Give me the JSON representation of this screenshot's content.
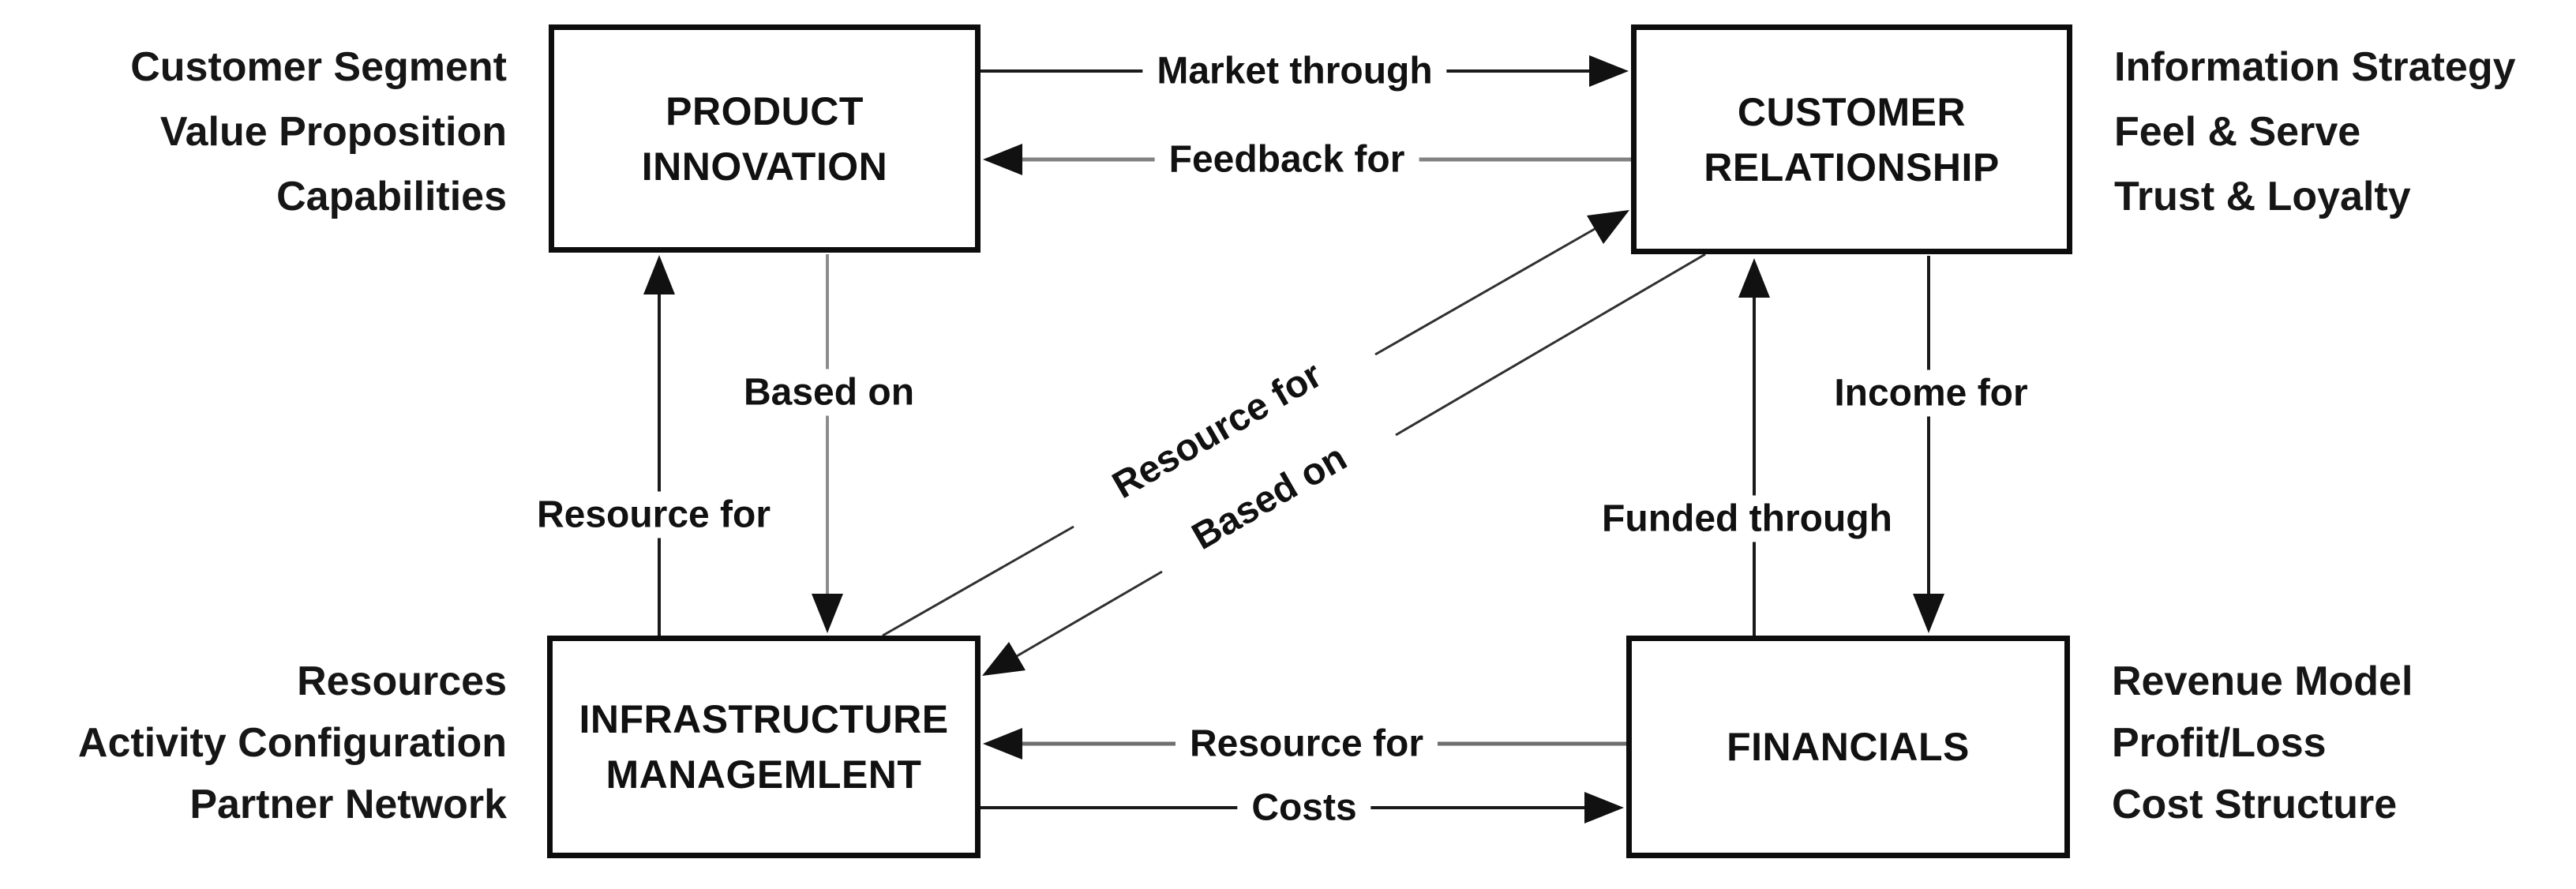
{
  "diagram": {
    "background": "#ffffff",
    "ink": "#000000",
    "arrowhead_color": "#111111",
    "nodes": {
      "product_innovation": {
        "lines": [
          "PRODUCT",
          "INNOVATION"
        ]
      },
      "customer_relationship": {
        "lines": [
          "CUSTOMER",
          "RELATIONSHIP"
        ]
      },
      "infrastructure_management": {
        "lines": [
          "INFRASTRUCTURE",
          "MANAGEMLENT"
        ]
      },
      "financials": {
        "lines": [
          "FINANCIALS"
        ]
      }
    },
    "side_notes": {
      "product_innovation": [
        "Customer Segment",
        "Value Proposition",
        "Capabilities"
      ],
      "customer_relationship": [
        "Information Strategy",
        "Feel & Serve",
        "Trust & Loyalty"
      ],
      "infrastructure_management": [
        "Resources",
        "Activity Configuration",
        "Partner Network"
      ],
      "financials": [
        "Revenue Model",
        "Profit/Loss",
        "Cost Structure"
      ]
    },
    "edges": {
      "market_through": {
        "label": "Market through",
        "color": "#1a1a1a"
      },
      "feedback_for": {
        "label": "Feedback for",
        "color": "#828282"
      },
      "based_on_left": {
        "label": "Based on",
        "color": "#8c8c8c"
      },
      "resource_for_left": {
        "label": "Resource for",
        "color": "#1a1a1a"
      },
      "resource_for_diagonal": {
        "label": "Resource for",
        "color": "#303030"
      },
      "based_on_diagonal": {
        "label": "Based on",
        "color": "#303030"
      },
      "funded_through": {
        "label": "Funded through",
        "color": "#1a1a1a"
      },
      "income_for": {
        "label": "Income for",
        "color": "#1a1a1a"
      },
      "resource_for_bottom": {
        "label": "Resource for",
        "color": "#6e6e6e"
      },
      "costs": {
        "label": "Costs",
        "color": "#1a1a1a"
      }
    }
  }
}
